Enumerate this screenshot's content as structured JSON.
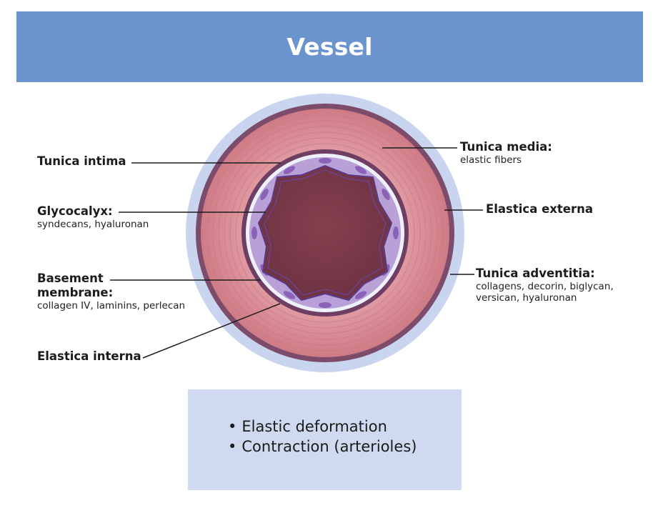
{
  "title": "Vessel",
  "labels": {
    "tunica_intima": {
      "main": "Tunica intima"
    },
    "glycocalyx": {
      "main": "Glycocalyx:",
      "sub": "syndecans, hyaluronan"
    },
    "basement_membrane": {
      "main1": "Basement",
      "main2": "membrane:",
      "sub": "collagen IV, laminins, perlecan"
    },
    "elastica_interna": {
      "main": "Elastica interna"
    },
    "tunica_media": {
      "main": "Tunica media:",
      "sub": "elastic fibers"
    },
    "elastica_externa": {
      "main": "Elastica externa"
    },
    "tunica_adventitia": {
      "main": "Tunica adventitia:",
      "sub1": "collagens, decorin, biglycan,",
      "sub2": "versican, hyaluronan"
    }
  },
  "summary": {
    "bullet_symbol": "•",
    "items": [
      "Elastic deformation",
      "Contraction (arterioles)"
    ]
  },
  "colors": {
    "title_bg": "#6b94cf",
    "adventitia": "#c9d5ee",
    "elastica_externa": "#7a4a6a",
    "media": "#d98d95",
    "lumen": "#7a3a48",
    "endothelium": "#b49ad3",
    "summary_bg": "#cfdaf0"
  }
}
